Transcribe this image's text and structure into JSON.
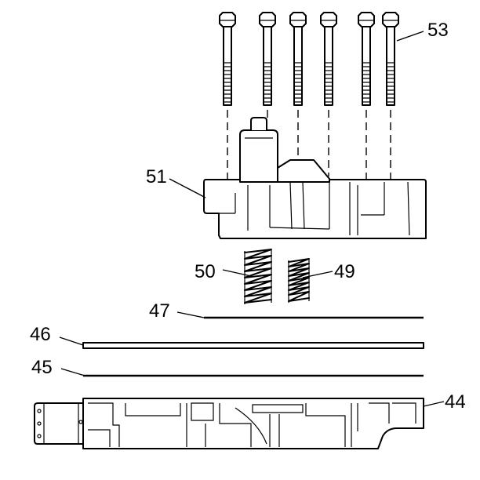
{
  "callouts": {
    "c53": "53",
    "c51": "51",
    "c50": "50",
    "c49": "49",
    "c47": "47",
    "c46": "46",
    "c45": "45",
    "c44": "44"
  }
}
